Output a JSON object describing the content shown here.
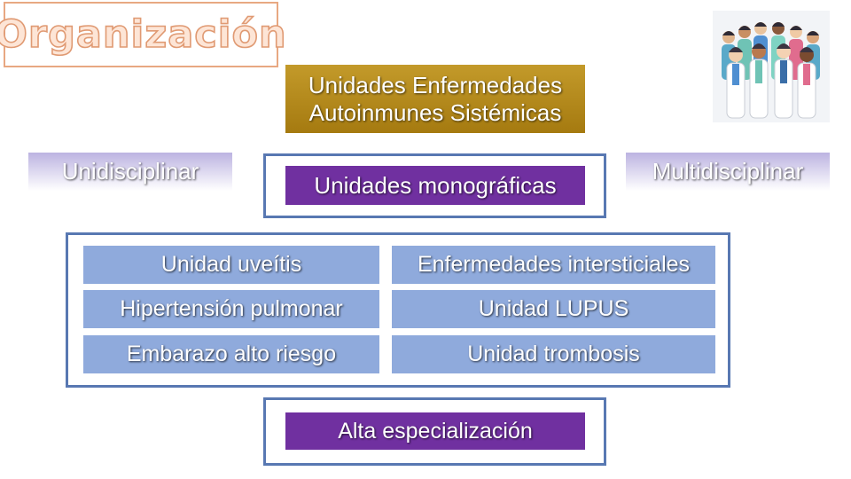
{
  "title": "Organización",
  "header": {
    "line1": "Unidades Enfermedades",
    "line2": "Autoinmunes Sistémicas"
  },
  "labels": {
    "left": "Unidisciplinar",
    "right": "Multidisciplinar"
  },
  "monographic": "Unidades monográficas",
  "units": [
    "Unidad uveítis",
    "Enfermedades intersticiales",
    "Hipertensión pulmonar",
    "Unidad LUPUS",
    "Embarazo alto riesgo",
    "Unidad trombosis"
  ],
  "specialization": "Alta especialización",
  "colors": {
    "header": "#b8901c",
    "purple": "#7030a0",
    "unit_blue": "#8faadc",
    "frame_blue": "#5878b2",
    "lavender": "#bcb3e1",
    "title_orange": "#e8a882"
  },
  "image": {
    "icon": "medical-team-illustration"
  }
}
